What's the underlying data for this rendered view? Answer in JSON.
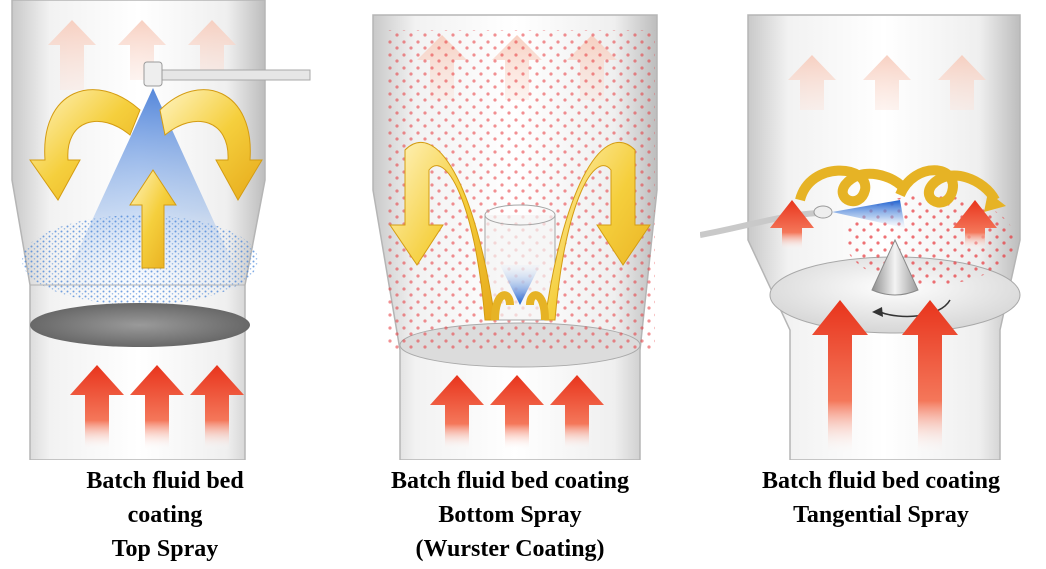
{
  "panels": [
    {
      "caption_lines": [
        "Batch fluid bed",
        "coating",
        "Top Spray"
      ],
      "icon": "top-spray-diagram"
    },
    {
      "caption_lines": [
        "Batch fluid bed coating",
        "Bottom Spray",
        "(Wurster Coating)"
      ],
      "icon": "bottom-spray-wurster-diagram"
    },
    {
      "caption_lines": [
        "Batch fluid bed coating",
        "Tangential Spray"
      ],
      "icon": "tangential-spray-diagram"
    }
  ],
  "colors": {
    "vessel": "#d9d9d9",
    "spray_blue": "#2a6fd6",
    "airflow_red": "#ef4a23",
    "circulation_yellow": "#f2c230",
    "particles_red": "#e8353a"
  }
}
